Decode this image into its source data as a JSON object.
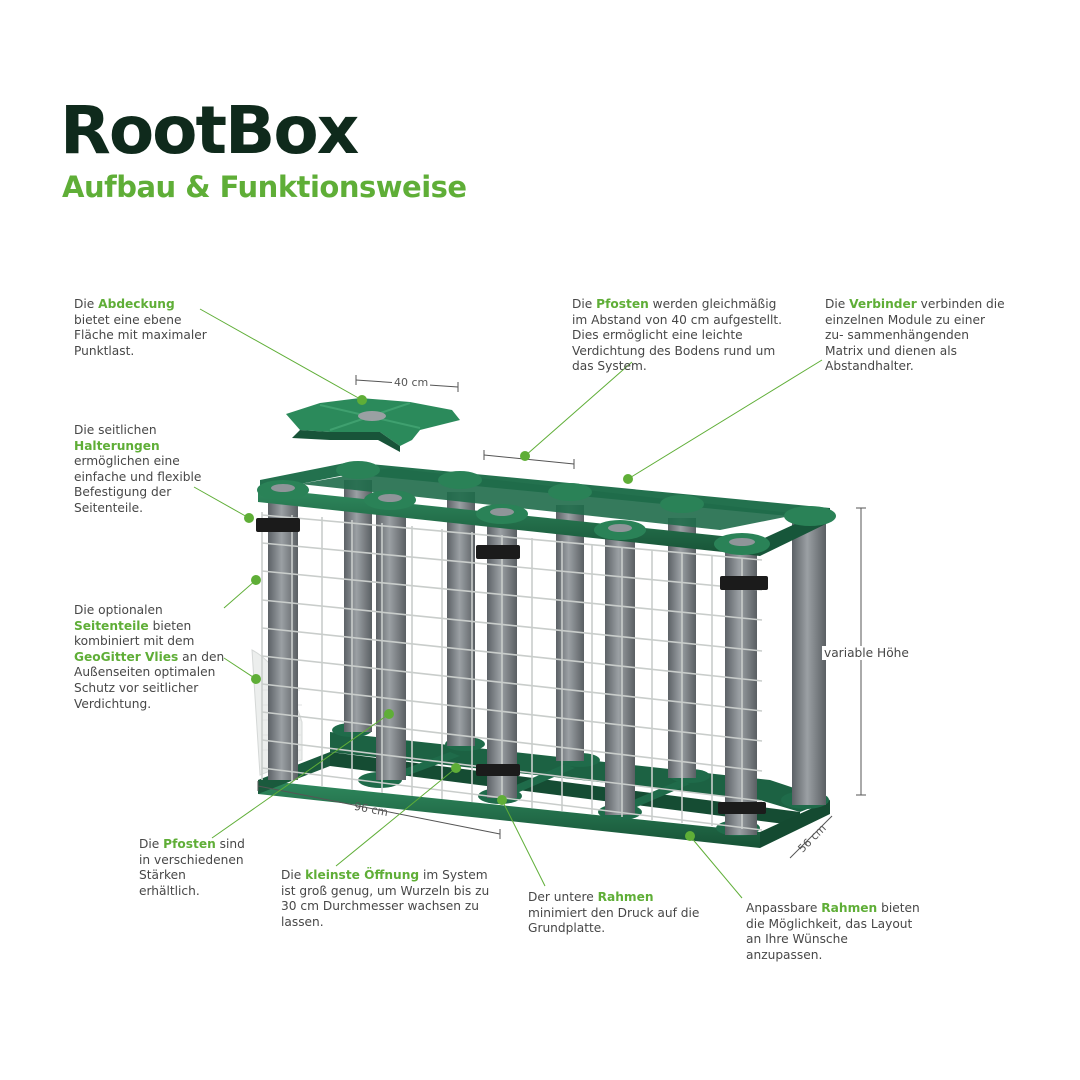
{
  "title": "RootBox",
  "subtitle": "Aufbau & Funktionsweise",
  "callouts": {
    "abdeckung": {
      "pre": "Die ",
      "key": "Abdeckung",
      "post": " bietet eine ebene Fläche mit maximaler Punktlast."
    },
    "halterungen": {
      "pre": "Die seitlichen ",
      "key": "Halterungen",
      "post": " ermöglichen eine einfache und flexible Befestigung der Seitenteile."
    },
    "seitenteile": {
      "pre": "Die optionalen ",
      "key": "Seitenteile",
      "mid": " bieten kombiniert mit dem ",
      "key2": "GeoGitter Vlies",
      "post": " an den Außenseiten optimalen Schutz vor seitlicher Verdichtung."
    },
    "pfosten_top": {
      "pre": "Die ",
      "key": "Pfosten",
      "post": " werden gleichmäßig im Abstand von 40 cm aufgestellt. Dies ermöglicht eine leichte Verdichtung des Bodens rund um das System."
    },
    "verbinder": {
      "pre": "Die ",
      "key": "Verbinder",
      "post": " verbinden die einzelnen Module zu einer zu- sammenhängenden Matrix und dienen als Abstandhalter."
    },
    "pfosten_bottom": {
      "pre": "Die ",
      "key": "Pfosten",
      "post": " sind in verschiedenen Stärken erhältlich."
    },
    "oeffnung": {
      "pre": "Die ",
      "key": "kleinste Öffnung",
      "post": " im System ist groß genug, um Wurzeln bis zu 30 cm Durchmesser wachsen zu lassen."
    },
    "rahmen_unten": {
      "pre": "Der untere ",
      "key": "Rahmen",
      "post": " minimiert den Druck auf die Grundplatte."
    },
    "rahmen_anpass": {
      "pre": "Anpassbare ",
      "key": "Rahmen",
      "post": " bieten die Möglichkeit, das Layout an Ihre Wünsche anzupassen."
    }
  },
  "dimensions": {
    "cover_width": "40 cm",
    "length": "96 cm",
    "depth": "56 cm",
    "height": "variable Höhe"
  },
  "colors": {
    "accent": "#5fae37",
    "title": "#0f2a1c",
    "frame_green": "#1f6b4a",
    "post_grey": "#7f8488"
  }
}
